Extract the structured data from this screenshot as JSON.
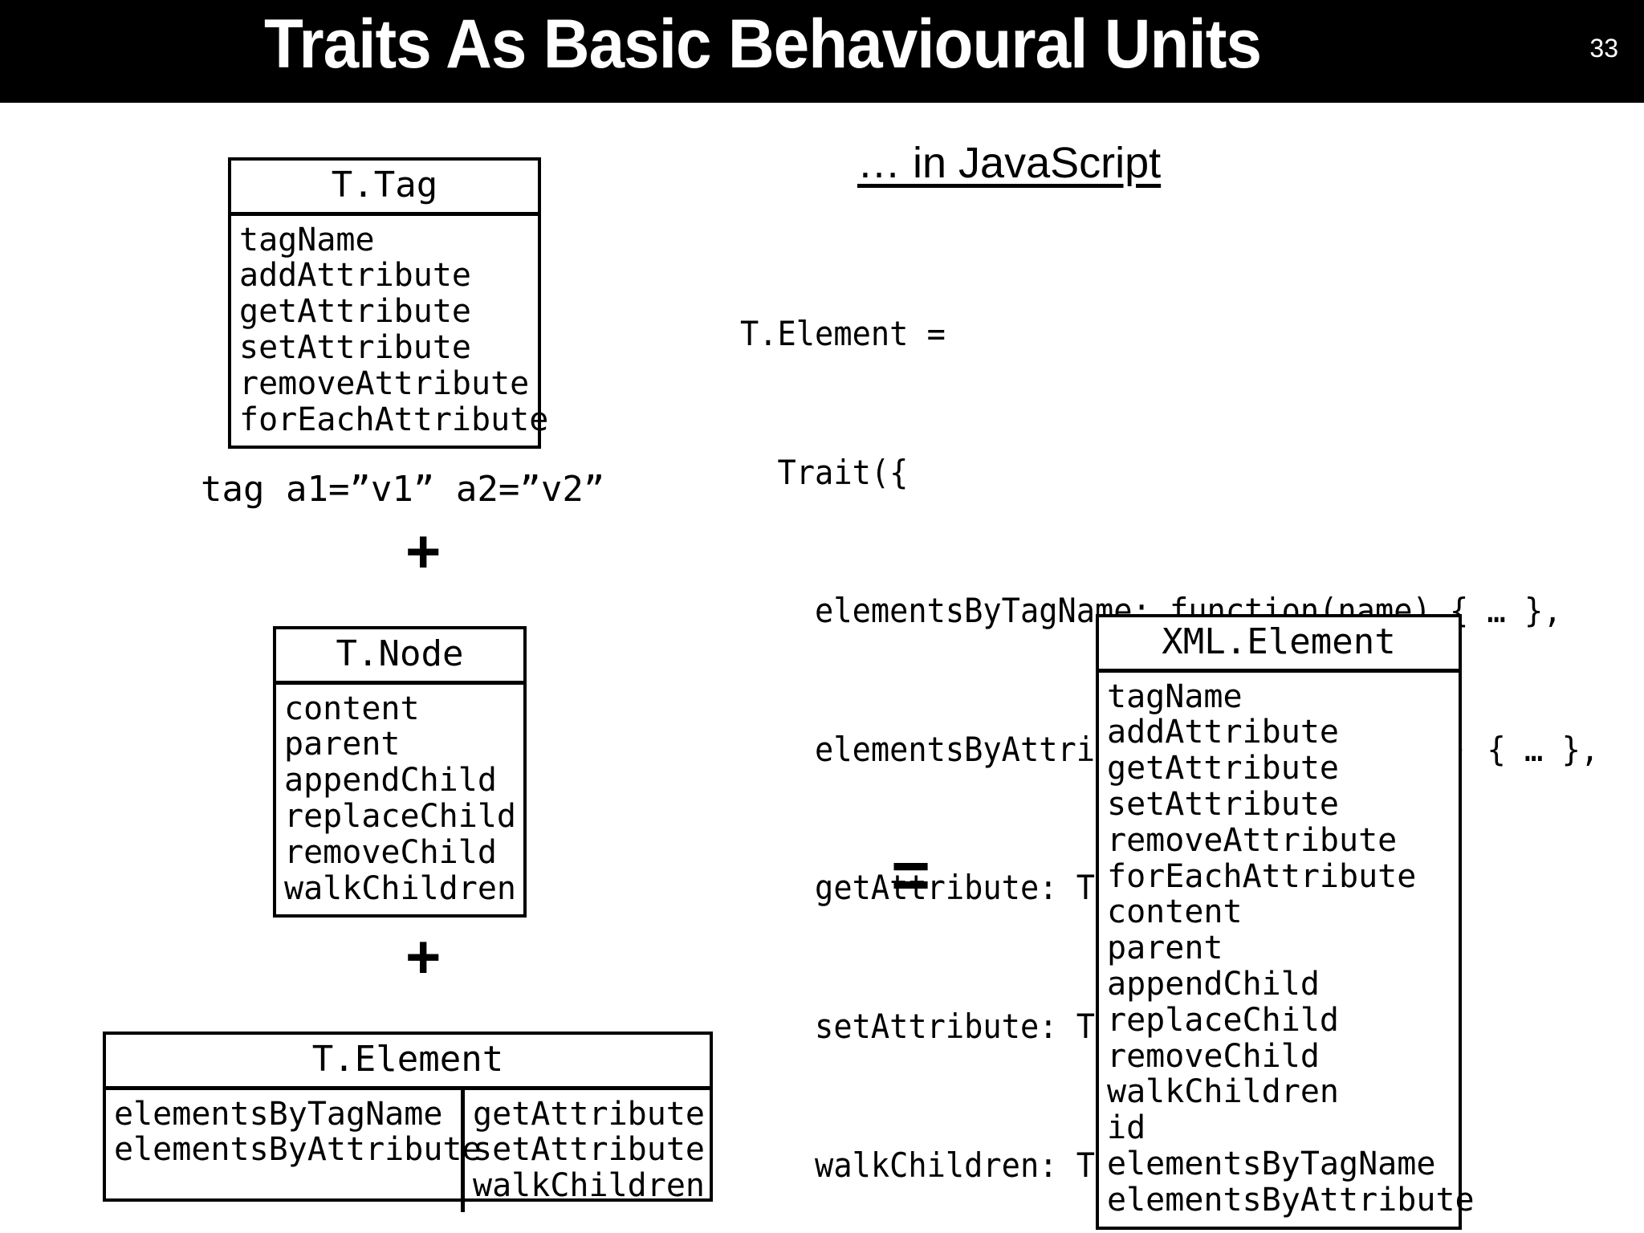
{
  "slide": {
    "title": "Traits As Basic Behavioural Units",
    "page_number": "33",
    "banner_color": "#000000",
    "text_color": "#000000",
    "background_color": "#ffffff"
  },
  "left_column": {
    "box_tag": {
      "title": "T.Tag",
      "members": [
        "tagName",
        "addAttribute",
        "getAttribute",
        "setAttribute",
        "removeAttribute",
        "forEachAttribute"
      ]
    },
    "tag_example": "tag a1=”v1” a2=”v2”",
    "plus_1": "+",
    "box_node": {
      "title": "T.Node",
      "members": [
        "content",
        "parent",
        "appendChild",
        "replaceChild",
        "removeChild",
        "walkChildren"
      ]
    },
    "plus_2": "+",
    "box_element": {
      "title": "T.Element",
      "column_left": [
        "elementsByTagName",
        "elementsByAttribute"
      ],
      "column_right": [
        "getAttribute",
        "setAttribute",
        "walkChildren"
      ]
    }
  },
  "right_column": {
    "heading": "… in JavaScript",
    "code_lines": [
      "T.Element =",
      "  Trait({",
      "    elementsByTagName: function(name) { … },",
      "    elementsByAttribute: function(attr) { … },",
      "    getAttribute: Trait.required,",
      "    setAttribute: Trait.required,",
      "    walkChildren: Trait.required });"
    ],
    "equals_sign": "=",
    "box_xml_element": {
      "title": "XML.Element",
      "members": [
        "tagName",
        "addAttribute",
        "getAttribute",
        "setAttribute",
        "removeAttribute",
        "forEachAttribute",
        "content",
        "parent",
        "appendChild",
        "replaceChild",
        "removeChild",
        "walkChildren",
        "id",
        "elementsByTagName",
        "elementsByAttribute"
      ]
    }
  }
}
